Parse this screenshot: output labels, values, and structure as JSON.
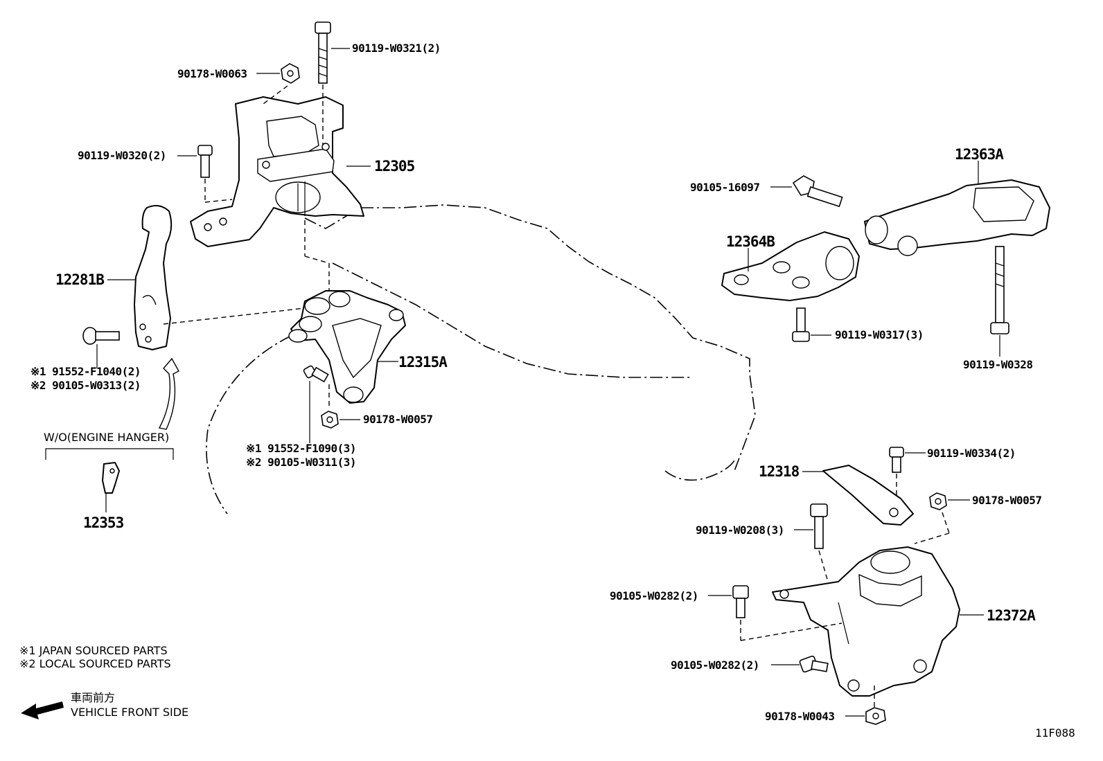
{
  "callouts": {
    "c90119_W0321": "90119-W0321(2)",
    "c90178_W0063": "90178-W0063",
    "c90119_W0320": "90119-W0320(2)",
    "c12305": "12305",
    "c12281B": "12281B",
    "c91552_F1040": "※1 91552-F1040(2)",
    "c90105_W0313": "※2 90105-W0313(2)",
    "c12315A": "12315A",
    "c90178_W0057a": "90178-W0057",
    "c91552_F1090": "※1 91552-F1090(3)",
    "c90105_W0311": "※2 90105-W0311(3)",
    "c12353": "12353",
    "c90105_16097": "90105-16097",
    "c12363A": "12363A",
    "c12364B": "12364B",
    "c90119_W0317": "90119-W0317(3)",
    "c90119_W0328": "90119-W0328",
    "c90119_W0334": "90119-W0334(2)",
    "c12318": "12318",
    "c90178_W0057b": "90178-W0057",
    "c90119_W0208": "90119-W0208(3)",
    "c90105_W0282a": "90105-W0282(2)",
    "c12372A": "12372A",
    "c90105_W0282b": "90105-W0282(2)",
    "c90178_W0043": "90178-W0043"
  },
  "notes": {
    "wo_engine_hanger": "W/O(ENGINE HANGER)",
    "legend1": "※1  JAPAN SOURCED PARTS",
    "legend2": "※2  LOCAL SOURCED PARTS",
    "front_jp": "車両前方",
    "front_en": "VEHICLE FRONT SIDE",
    "figure_code": "11F088"
  }
}
